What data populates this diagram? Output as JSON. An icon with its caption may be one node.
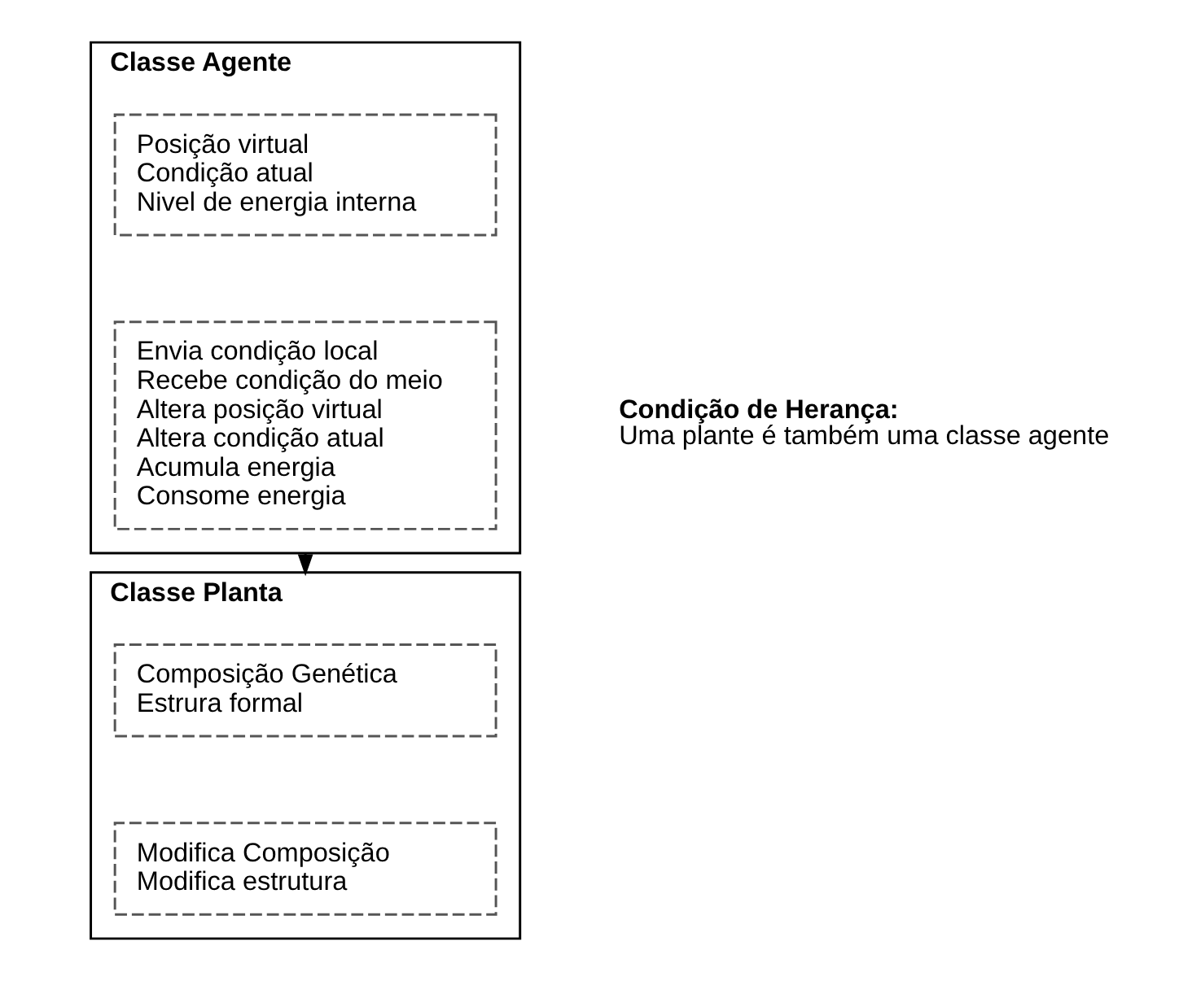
{
  "diagram": {
    "nodes": [
      {
        "text": [
          "Classe Agente"
        ]
      },
      {
        "text": [
          "Posição virtual",
          "Condição atual",
          "Nivel de energia interna"
        ],
        "in": 0
      },
      {
        "text": [
          "Envia condição local",
          "Recebe condição do meio",
          "Altera posição virtual",
          "Altera condição atual",
          "Acumula energia",
          "Consome energia"
        ],
        "in": 0
      },
      {
        "text": [
          "Classe Planta"
        ]
      },
      {
        "text": [
          "Composição Genética",
          "Estrura formal"
        ],
        "in": 3
      },
      {
        "text": [
          "Modifica Composição",
          "Modifica estrutura"
        ],
        "in": 3
      }
    ],
    "edges": [
      {
        "from": 0,
        "to": 3,
        "arrow": "to"
      }
    ],
    "labels": [
      "Condição de Herança:",
      "Uma plante é também uma classe agente"
    ]
  }
}
